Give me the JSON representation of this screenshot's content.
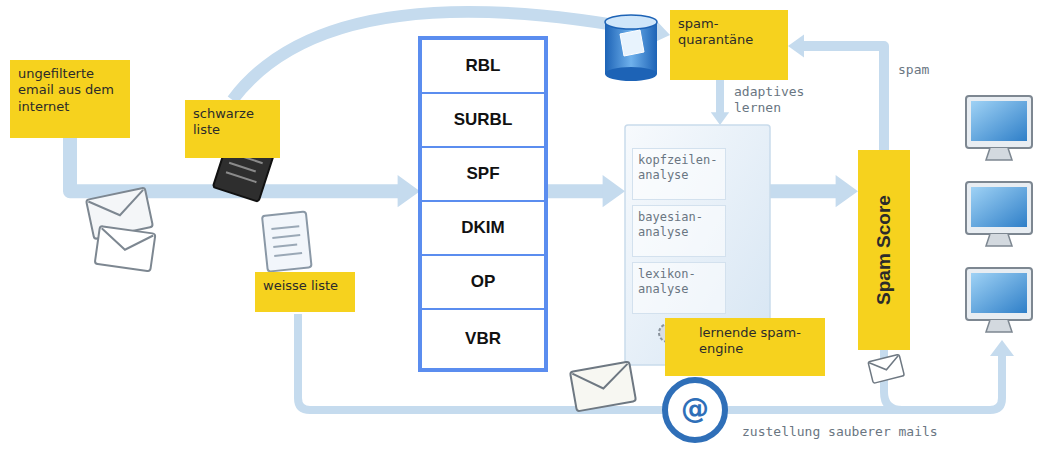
{
  "diagram": {
    "nodes": [
      {
        "text": [
          "ungefilterte email aus dem internet"
        ]
      },
      {
        "text": [
          "schwarze liste"
        ]
      },
      {
        "text": [
          "weisse liste"
        ]
      },
      {
        "text": [
          "RBL"
        ]
      },
      {
        "text": [
          "SURBL"
        ]
      },
      {
        "text": [
          "SPF"
        ]
      },
      {
        "text": [
          "DKIM"
        ]
      },
      {
        "text": [
          "OP"
        ]
      },
      {
        "text": [
          "VBR"
        ]
      },
      {
        "text": [
          "spam-quarantäne"
        ]
      },
      {
        "text": [
          "lernende spam-engine"
        ]
      },
      {
        "text": [
          "kopfzeilen-analyse"
        ],
        "in": 10
      },
      {
        "text": [
          "bayesian-analyse"
        ],
        "in": 10
      },
      {
        "text": [
          "lexikon-analyse"
        ],
        "in": 10
      },
      {
        "text": [
          "Spam Score"
        ]
      }
    ],
    "edges": [
      {
        "from": 0,
        "to": 5,
        "arrow": "to"
      },
      {
        "from": 1,
        "to": 9,
        "arrow": "to"
      },
      {
        "from": 5,
        "to": 10,
        "arrow": "to"
      },
      {
        "from": 10,
        "to": 14,
        "arrow": "to"
      },
      {
        "from": 14,
        "to": 9,
        "label": "spam",
        "arrow": "to"
      },
      {
        "from": 9,
        "to": 10,
        "label": "adaptives lernen",
        "arrow": "to"
      }
    ],
    "labels": [
      "@",
      "zustellung sauberer mails"
    ]
  }
}
